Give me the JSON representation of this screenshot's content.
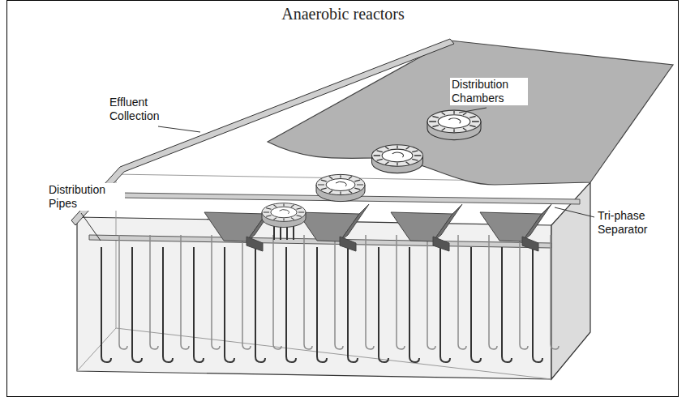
{
  "diagram": {
    "title": "Anaerobic reactors",
    "labels": [
      "Effluent Collection",
      "Distribution Chambers",
      "Tri-phase Separator",
      "Distribution Pipes"
    ]
  }
}
